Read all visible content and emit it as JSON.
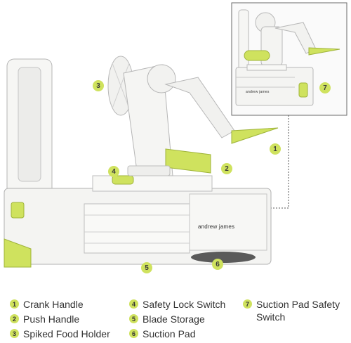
{
  "brand_text": "andrew james",
  "callouts": [
    "1",
    "2",
    "3",
    "4",
    "5",
    "6",
    "7"
  ],
  "legend": [
    {
      "num": "1",
      "label": "Crank Handle"
    },
    {
      "num": "2",
      "label": "Push Handle"
    },
    {
      "num": "3",
      "label": "Spiked Food Holder"
    },
    {
      "num": "4",
      "label": "Safety Lock Switch"
    },
    {
      "num": "5",
      "label": "Blade Storage"
    },
    {
      "num": "6",
      "label": "Suction Pad"
    },
    {
      "num": "7",
      "label": "Suction Pad Safety Switch"
    }
  ],
  "colors": {
    "accent": "#cfe25e",
    "body": "#f4f4f2",
    "outline": "#9a9a9a"
  }
}
